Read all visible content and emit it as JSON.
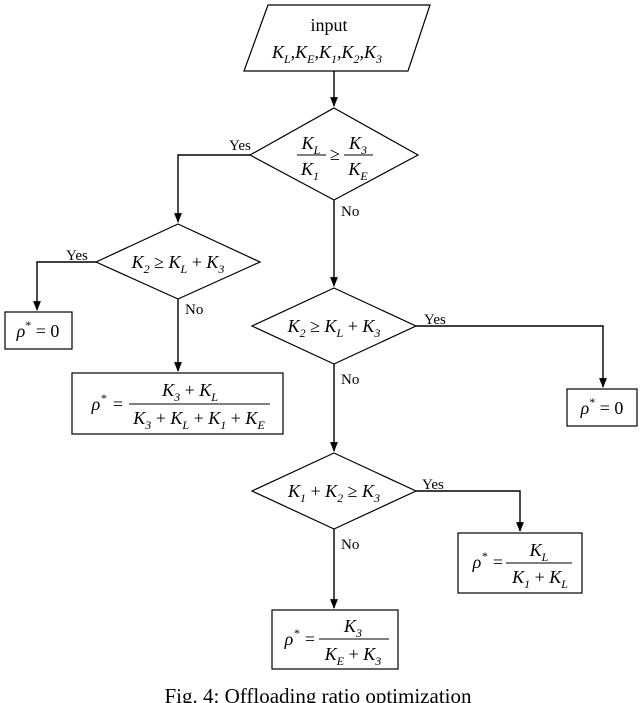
{
  "flowchart": {
    "input_label": "input",
    "input_params": [
      "K_L",
      "K_E",
      "K_1",
      "K_2",
      "K_3"
    ],
    "decisions": [
      {
        "id": "d1",
        "condition": "K_L / K_1 ≥ K_3 / K_E",
        "yes_label": "Yes",
        "no_label": "No"
      },
      {
        "id": "d2",
        "condition": "K_2 ≥ K_L + K_3",
        "yes_label": "Yes",
        "no_label": "No"
      },
      {
        "id": "d3",
        "condition": "K_2 ≥ K_L + K_3",
        "yes_label": "Yes",
        "no_label": "No"
      },
      {
        "id": "d4",
        "condition": "K_1 + K_2 ≥ K_3",
        "yes_label": "Yes",
        "no_label": "No"
      }
    ],
    "outputs": [
      {
        "id": "o1",
        "formula": "ρ* = 0"
      },
      {
        "id": "o2",
        "formula": "ρ* = (K_3 + K_L) / (K_3 + K_L + K_1 + K_E)"
      },
      {
        "id": "o3",
        "formula": "ρ* = 0"
      },
      {
        "id": "o4",
        "formula": "ρ* = K_L / (K_1 + K_L)"
      },
      {
        "id": "o5",
        "formula": "ρ* = K_3 / (K_E + K_3)"
      }
    ]
  },
  "labels": {
    "yes": "Yes",
    "no": "No",
    "input": "input",
    "rho_zero": "= 0"
  },
  "caption": "Fig. 4: Offloading ratio optimization"
}
